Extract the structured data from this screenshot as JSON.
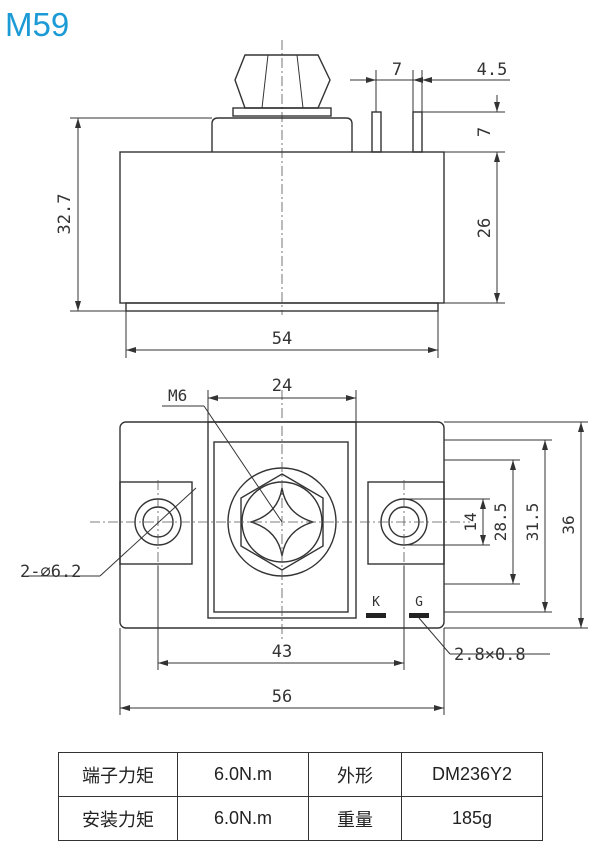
{
  "title": "M59",
  "side_view": {
    "dim_height_total": "32.7",
    "dim_body_height": "26",
    "dim_pin_height": "7",
    "dim_pin_spacing": "7",
    "dim_pin_width": "4.5",
    "dim_width": "54"
  },
  "top_view": {
    "dim_screw_box_width": "24",
    "screw_label": "M6",
    "hole_label": "2-⌀6.2",
    "dim_hole_pitch": "43",
    "dim_overall_width": "56",
    "dim_14": "14",
    "dim_28_5": "28.5",
    "dim_31_5": "31.5",
    "dim_36": "36",
    "terminal_k": "K",
    "terminal_g": "G",
    "terminal_size": "2.8×0.8"
  },
  "specs": {
    "rows": [
      {
        "label1": "端子力矩",
        "value1": "6.0N.m",
        "label2": "外形",
        "value2": "DM236Y2"
      },
      {
        "label1": "安装力矩",
        "value1": "6.0N.m",
        "label2": "重量",
        "value2": "185g"
      }
    ]
  },
  "colors": {
    "title": "#1b9ad6",
    "line": "#333333"
  }
}
